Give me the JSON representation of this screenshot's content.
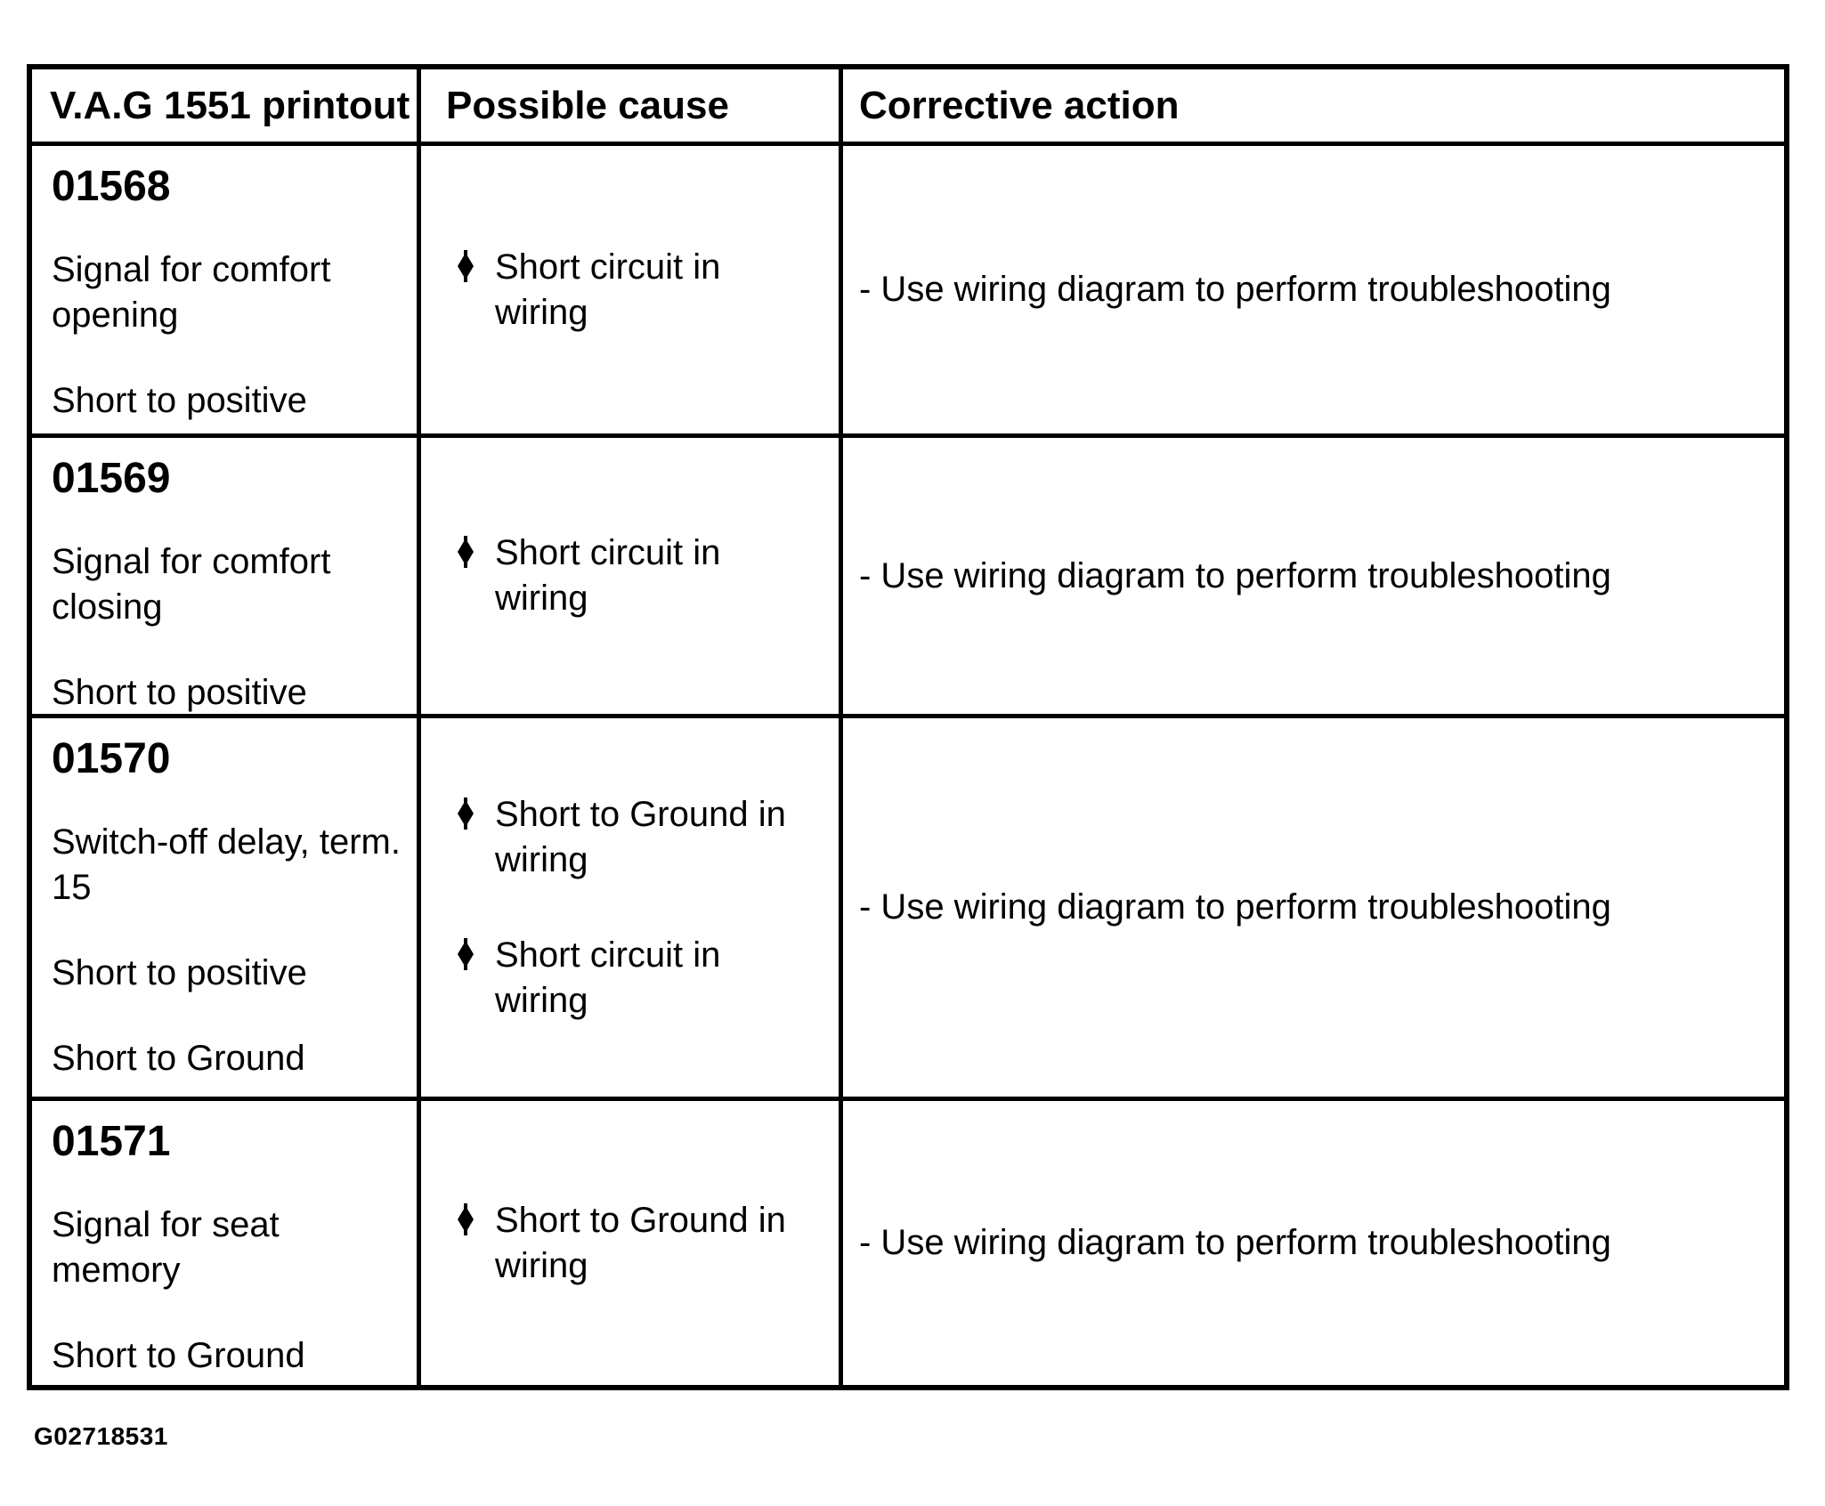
{
  "colors": {
    "text": "#000000",
    "background": "#ffffff",
    "border": "#000000"
  },
  "table": {
    "headers": {
      "printout": "V.A.G 1551 printout",
      "cause": "Possible cause",
      "action": "Corrective action"
    },
    "rows": [
      {
        "code": "01568",
        "description": "Signal for comfort opening",
        "status": [
          "Short to positive"
        ],
        "causes": [
          "Short circuit in wiring"
        ],
        "actions": [
          "- Use wiring diagram to perform troubleshooting"
        ]
      },
      {
        "code": "01569",
        "description": "Signal for comfort closing",
        "status": [
          "Short to positive"
        ],
        "causes": [
          "Short circuit in wiring"
        ],
        "actions": [
          "- Use wiring diagram to perform troubleshooting"
        ]
      },
      {
        "code": "01570",
        "description": "Switch-off delay, term. 15",
        "status": [
          "Short to positive",
          "Short to Ground"
        ],
        "causes": [
          "Short to Ground in wiring",
          "Short circuit in wiring"
        ],
        "actions": [
          "- Use wiring diagram to perform troubleshooting"
        ]
      },
      {
        "code": "01571",
        "description": "Signal for seat memory",
        "status": [
          "Short to Ground"
        ],
        "causes": [
          "Short to Ground in wiring"
        ],
        "actions": [
          "- Use wiring diagram to perform troubleshooting"
        ]
      }
    ]
  },
  "footer": {
    "figure_id": "G02718531"
  }
}
